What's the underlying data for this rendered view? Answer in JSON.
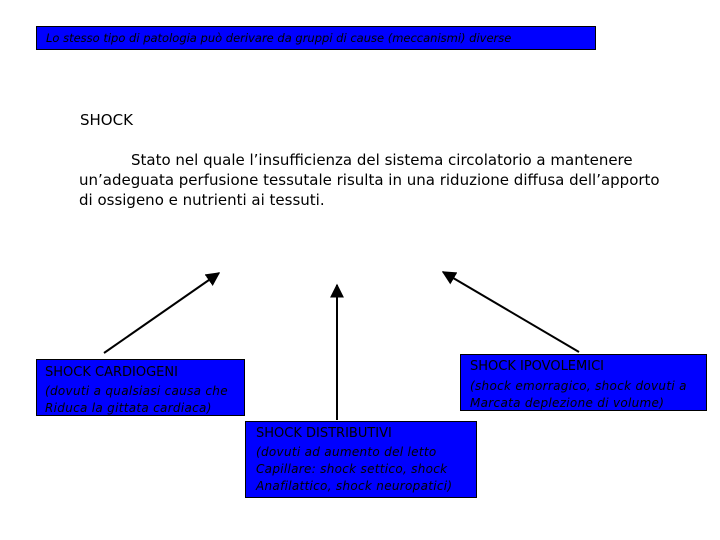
{
  "banner": "Lo stesso tipo di patologia può derivare da gruppi di cause (meccanismi) diverse",
  "heading": "SHOCK",
  "definition": "Stato nel quale l’insufficienza del sistema circolatorio a mantenere un’adeguata perfusione tessutale risulta in una riduzione diffusa dell’apporto di ossigeno e nutrienti ai tessuti.",
  "boxes": {
    "cardiogeni": {
      "title": "SHOCK CARDIOGENI",
      "desc": "(dovuti a qualsiasi causa che Riduca la gittata cardiaca)"
    },
    "ipovolemici": {
      "title": "SHOCK IPOVOLEMICI",
      "desc": "(shock emorragico, shock dovuti a Marcata deplezione di volume)"
    },
    "distributivi": {
      "title": "SHOCK DISTRIBUTIVI",
      "desc": "(dovuti ad aumento del letto Capillare: shock settico, shock Anafilattico, shock neuropatici)"
    }
  },
  "colors": {
    "box_fill": "#0000ff",
    "line": "#000000"
  }
}
